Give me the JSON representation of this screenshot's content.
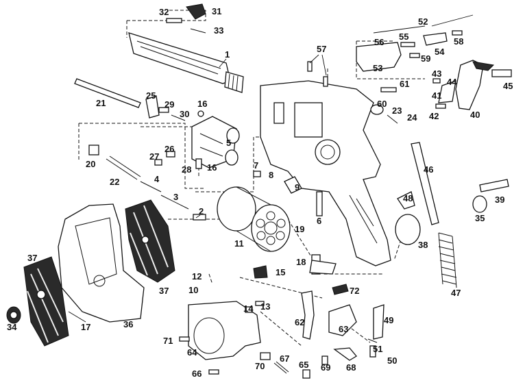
{
  "diagram": {
    "parts": [
      {
        "id": "p1",
        "label": "1"
      },
      {
        "id": "p2",
        "label": "2"
      },
      {
        "id": "p3",
        "label": "3"
      },
      {
        "id": "p4",
        "label": "4"
      },
      {
        "id": "p5",
        "label": "5"
      },
      {
        "id": "p6",
        "label": "6"
      },
      {
        "id": "p7",
        "label": "7"
      },
      {
        "id": "p8",
        "label": "8"
      },
      {
        "id": "p9",
        "label": "9"
      },
      {
        "id": "p10",
        "label": "10"
      },
      {
        "id": "p11",
        "label": "11"
      },
      {
        "id": "p12",
        "label": "12"
      },
      {
        "id": "p13",
        "label": "13"
      },
      {
        "id": "p14",
        "label": "14"
      },
      {
        "id": "p15",
        "label": "15"
      },
      {
        "id": "p16a",
        "label": "16"
      },
      {
        "id": "p16b",
        "label": "16"
      },
      {
        "id": "p17",
        "label": "17"
      },
      {
        "id": "p18",
        "label": "18"
      },
      {
        "id": "p19",
        "label": "19"
      },
      {
        "id": "p20",
        "label": "20"
      },
      {
        "id": "p21",
        "label": "21"
      },
      {
        "id": "p22",
        "label": "22"
      },
      {
        "id": "p23",
        "label": "23"
      },
      {
        "id": "p24",
        "label": "24"
      },
      {
        "id": "p25",
        "label": "25"
      },
      {
        "id": "p26",
        "label": "26"
      },
      {
        "id": "p27",
        "label": "27"
      },
      {
        "id": "p28",
        "label": "28"
      },
      {
        "id": "p29",
        "label": "29"
      },
      {
        "id": "p30",
        "label": "30"
      },
      {
        "id": "p31",
        "label": "31"
      },
      {
        "id": "p32",
        "label": "32"
      },
      {
        "id": "p33",
        "label": "33"
      },
      {
        "id": "p34",
        "label": "34"
      },
      {
        "id": "p35",
        "label": "35"
      },
      {
        "id": "p36",
        "label": "36"
      },
      {
        "id": "p37a",
        "label": "37"
      },
      {
        "id": "p37b",
        "label": "37"
      },
      {
        "id": "p38",
        "label": "38"
      },
      {
        "id": "p39",
        "label": "39"
      },
      {
        "id": "p40",
        "label": "40"
      },
      {
        "id": "p41",
        "label": "41"
      },
      {
        "id": "p42",
        "label": "42"
      },
      {
        "id": "p43",
        "label": "43"
      },
      {
        "id": "p44",
        "label": "44"
      },
      {
        "id": "p45",
        "label": "45"
      },
      {
        "id": "p46",
        "label": "46"
      },
      {
        "id": "p47",
        "label": "47"
      },
      {
        "id": "p48",
        "label": "48"
      },
      {
        "id": "p49",
        "label": "49"
      },
      {
        "id": "p50",
        "label": "50"
      },
      {
        "id": "p51",
        "label": "51"
      },
      {
        "id": "p52",
        "label": "52"
      },
      {
        "id": "p53",
        "label": "53"
      },
      {
        "id": "p54",
        "label": "54"
      },
      {
        "id": "p55",
        "label": "55"
      },
      {
        "id": "p56",
        "label": "56"
      },
      {
        "id": "p57",
        "label": "57"
      },
      {
        "id": "p58",
        "label": "58"
      },
      {
        "id": "p59",
        "label": "59"
      },
      {
        "id": "p60",
        "label": "60"
      },
      {
        "id": "p61",
        "label": "61"
      },
      {
        "id": "p62",
        "label": "62"
      },
      {
        "id": "p63",
        "label": "63"
      },
      {
        "id": "p64",
        "label": "64"
      },
      {
        "id": "p65",
        "label": "65"
      },
      {
        "id": "p66",
        "label": "66"
      },
      {
        "id": "p67",
        "label": "67"
      },
      {
        "id": "p68",
        "label": "68"
      },
      {
        "id": "p69",
        "label": "69"
      },
      {
        "id": "p70",
        "label": "70"
      },
      {
        "id": "p71",
        "label": "71"
      },
      {
        "id": "p72",
        "label": "72"
      }
    ]
  }
}
